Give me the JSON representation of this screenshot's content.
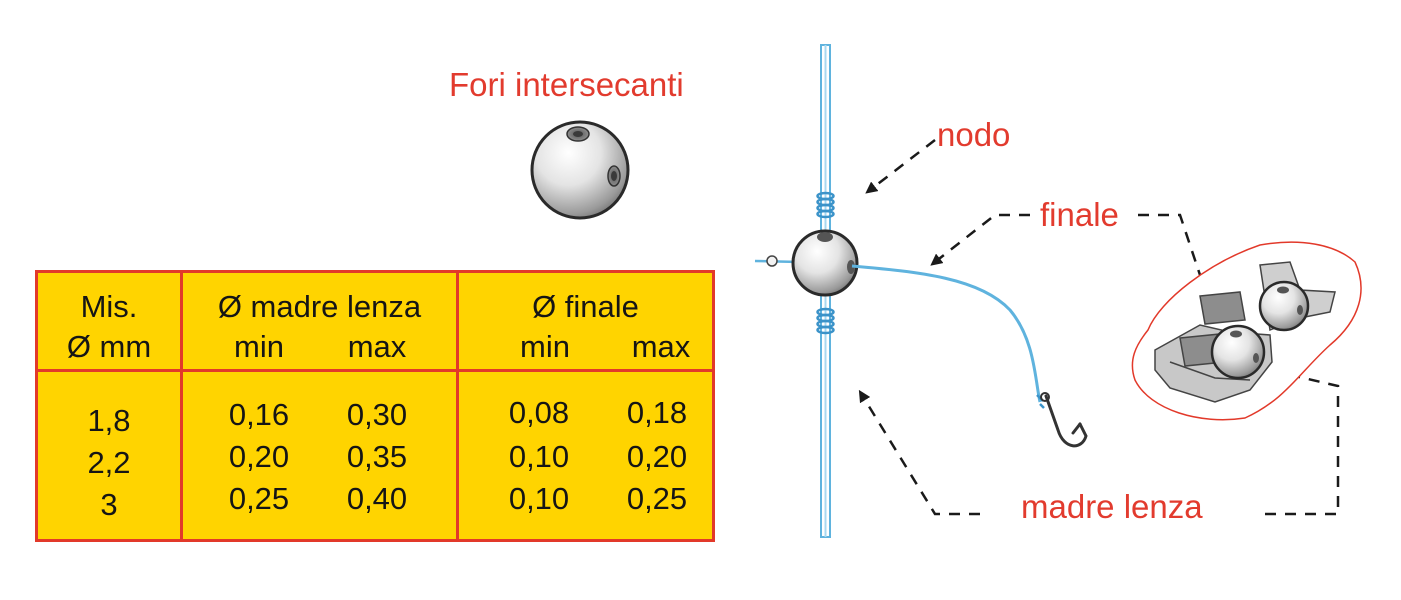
{
  "labels": {
    "fori": "Fori intersecanti",
    "nodo": "nodo",
    "finale": "finale",
    "madre": "madre lenza"
  },
  "table": {
    "headers": {
      "mis_line1": "Mis.",
      "mis_line2": "Ø mm",
      "madre_title": "Ø madre lenza",
      "finale_title": "Ø finale",
      "min": "min",
      "max": "max"
    },
    "rows": [
      {
        "mis": "1,8",
        "madre_min": "0,16",
        "madre_max": "0,30",
        "finale_min": "0,08",
        "finale_max": "0,18"
      },
      {
        "mis": "2,2",
        "madre_min": "0,20",
        "madre_max": "0,35",
        "finale_min": "0,10",
        "finale_max": "0,20"
      },
      {
        "mis": "3",
        "madre_min": "0,25",
        "madre_max": "0,40",
        "finale_min": "0,10",
        "finale_max": "0,25"
      }
    ]
  },
  "colors": {
    "label_red": "#e23b2e",
    "table_fill": "#ffd400",
    "table_border": "#e2392a",
    "line_blue": "#5fb3de",
    "bead_gray": "#d9d9d9"
  },
  "icons": [
    "bead-icon",
    "hook-icon",
    "bead-dispenser-icon"
  ]
}
